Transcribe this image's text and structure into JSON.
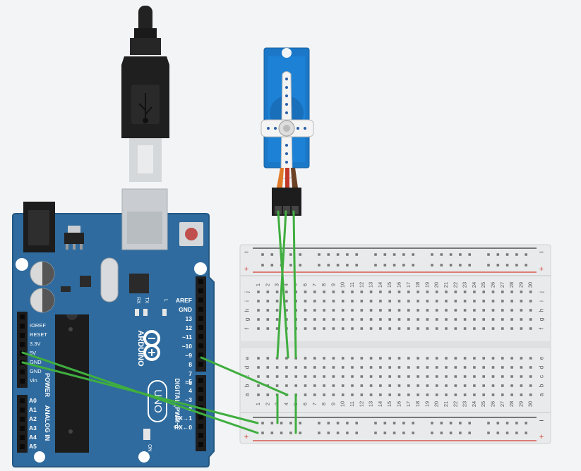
{
  "arduino": {
    "brand": "ARDUINO",
    "model": "UNO",
    "power_header_title": "POWER",
    "analog_header_title": "ANALOG IN",
    "digital_header_title": "DIGITAL (PWM~)",
    "power_pins": [
      "IOREF",
      "RESET",
      "3.3V",
      "5V",
      "GND",
      "GND",
      "Vin"
    ],
    "analog_pins": [
      "A0",
      "A1",
      "A2",
      "A3",
      "A4",
      "A5"
    ],
    "digital_pins": [
      "AREF",
      "GND",
      "13",
      "12",
      "~11",
      "~10",
      "~9",
      "8",
      "7",
      "~6",
      "~5",
      "4",
      "~3",
      "2",
      "TX→1",
      "RX←0"
    ],
    "led_labels": [
      "RX",
      "TX",
      "L"
    ],
    "on_label": "ON"
  },
  "breadboard": {
    "row_letters_top": [
      "j",
      "i",
      "h",
      "g",
      "f"
    ],
    "row_letters_bottom": [
      "e",
      "d",
      "c",
      "b",
      "a"
    ],
    "columns": [
      "1",
      "2",
      "3",
      "4",
      "5",
      "6",
      "7",
      "8",
      "9",
      "10",
      "11",
      "12",
      "13",
      "14",
      "15",
      "16",
      "17",
      "18",
      "19",
      "20",
      "21",
      "22",
      "23",
      "24",
      "25",
      "26",
      "27",
      "28",
      "29",
      "30"
    ],
    "rail_minus": "−",
    "rail_plus": "+"
  },
  "colors": {
    "board": "#2f6b9e",
    "board_edge": "#245882",
    "wire": "#3fae3f",
    "servo": "#1b78c8",
    "rail_red": "#d13b2f",
    "rail_black": "#333333"
  }
}
